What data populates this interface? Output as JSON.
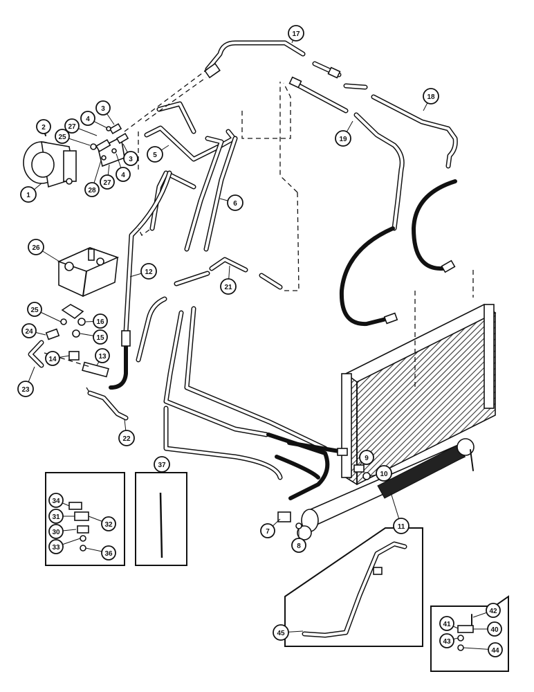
{
  "callouts": [
    "1",
    "2",
    "3",
    "3",
    "4",
    "4",
    "5",
    "6",
    "7",
    "8",
    "9",
    "10",
    "11",
    "12",
    "13",
    "14",
    "15",
    "16",
    "17",
    "18",
    "19",
    "21",
    "22",
    "23",
    "24",
    "25",
    "25",
    "26",
    "27",
    "27",
    "28",
    "30",
    "31",
    "32",
    "33",
    "34",
    "36",
    "37",
    "40",
    "41",
    "42",
    "43",
    "44",
    "45"
  ]
}
